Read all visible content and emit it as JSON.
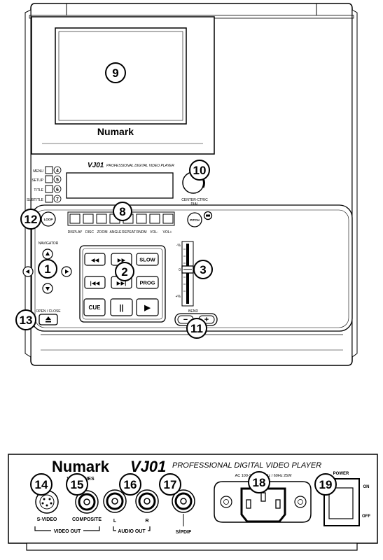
{
  "front": {
    "brand": "Numark",
    "model": "VJ01",
    "model_tagline": "PROFESSIONAL DIGITAL VIDEO PLAYER",
    "side_buttons": [
      "MENU",
      "SETUP",
      "TITLE",
      "SUBTITLE"
    ],
    "side_numbers": [
      "4",
      "5",
      "6",
      "7"
    ],
    "function_labels": [
      "DISPLAY",
      "DISC",
      "ZOOM",
      "ANGLE",
      "REPEAT",
      "RNDM",
      "VOL-",
      "VOL+"
    ],
    "jog_label": "CENTER-CTRIC\nDIAL",
    "loop_label": "LOOP",
    "pitch_label": "PITCH",
    "navigator_label": "NAVIGATOR",
    "open_close_label": "OPEN / CLOSE",
    "transport": {
      "rew": "◀◀",
      "ffw": "▶▶",
      "slow": "SLOW",
      "prev": "|◀◀",
      "next": "▶▶|",
      "prog": "PROG",
      "cue": "CUE",
      "pause": "||",
      "play": "▶"
    },
    "pitch_scale": {
      "top": "-%",
      "mid": "0",
      "bottom": "+%"
    },
    "bend_label": "BEND",
    "bend_minus": "−",
    "bend_plus": "+"
  },
  "rear": {
    "brand": "Numark",
    "series": "V   N SERIES",
    "model": "VJ01",
    "model_tagline": "PROFESSIONAL DIGITAL VIDEO PLAYER",
    "ac_label": "AC 100-240V~ 50Hz / 60Hz 25W",
    "power_label": "POWER",
    "on_label": "ON",
    "off_label": "OFF",
    "svideo_label": "S-VIDEO",
    "composite_label": "COMPOSITE",
    "video_out_label": "VIDEO OUT",
    "audio_l": "L",
    "audio_r": "R",
    "audio_out_label": "AUDIO OUT",
    "spdif_label": "S/PDIF"
  },
  "callouts": {
    "c1": "1",
    "c2": "2",
    "c3": "3",
    "c8": "8",
    "c9": "9",
    "c10": "10",
    "c11": "11",
    "c12": "12",
    "c13": "13",
    "c14": "14",
    "c15": "15",
    "c16": "16",
    "c17": "17",
    "c18": "18",
    "c19": "19"
  }
}
